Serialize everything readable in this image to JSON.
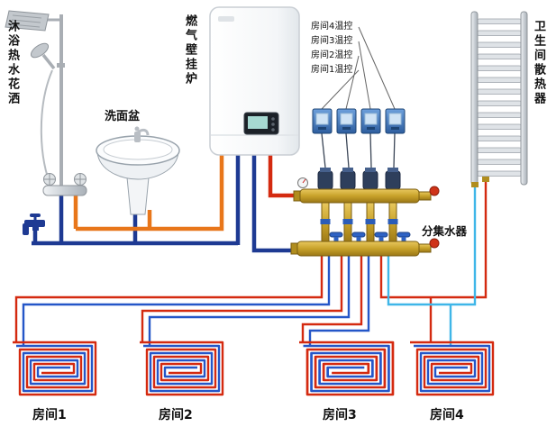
{
  "diagram": {
    "labels": {
      "shower": "沐浴热水花洒",
      "basin": "洗面盆",
      "boiler": "燃气壁挂炉",
      "radiator": "卫生间散热器",
      "manifold": "分集水器"
    },
    "thermostats": [
      {
        "label": "房间4温控"
      },
      {
        "label": "房间3温控"
      },
      {
        "label": "房间2温控"
      },
      {
        "label": "房间1温控"
      }
    ],
    "rooms": [
      {
        "label": "房间1"
      },
      {
        "label": "房间2"
      },
      {
        "label": "房间3"
      },
      {
        "label": "房间4"
      }
    ],
    "colors": {
      "cold_water": "#1e3a93",
      "hot_water": "#e8761a",
      "heating_supply": "#d42a10",
      "heating_return": "#2456c8",
      "radiator_return": "#3fb6e8",
      "brass": "#c8a22a"
    }
  }
}
